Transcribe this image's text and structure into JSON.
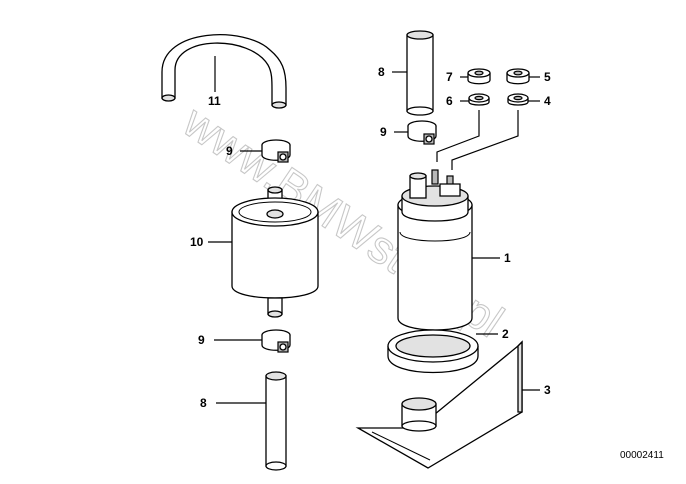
{
  "diagram": {
    "part_numbers": {
      "hose_top_left": "11",
      "clamp_upper_left": "9",
      "filter": "10",
      "clamp_lower_left": "9",
      "hose_lower_left": "8",
      "hose_top_right": "8",
      "clamp_upper_right": "9",
      "nut_left": "7",
      "washer_left": "6",
      "nut_right": "5",
      "washer_right": "4",
      "pump": "1",
      "ring": "2",
      "bracket": "3"
    },
    "diagram_id": "00002411",
    "watermark": "www.BMWstore.pl"
  }
}
